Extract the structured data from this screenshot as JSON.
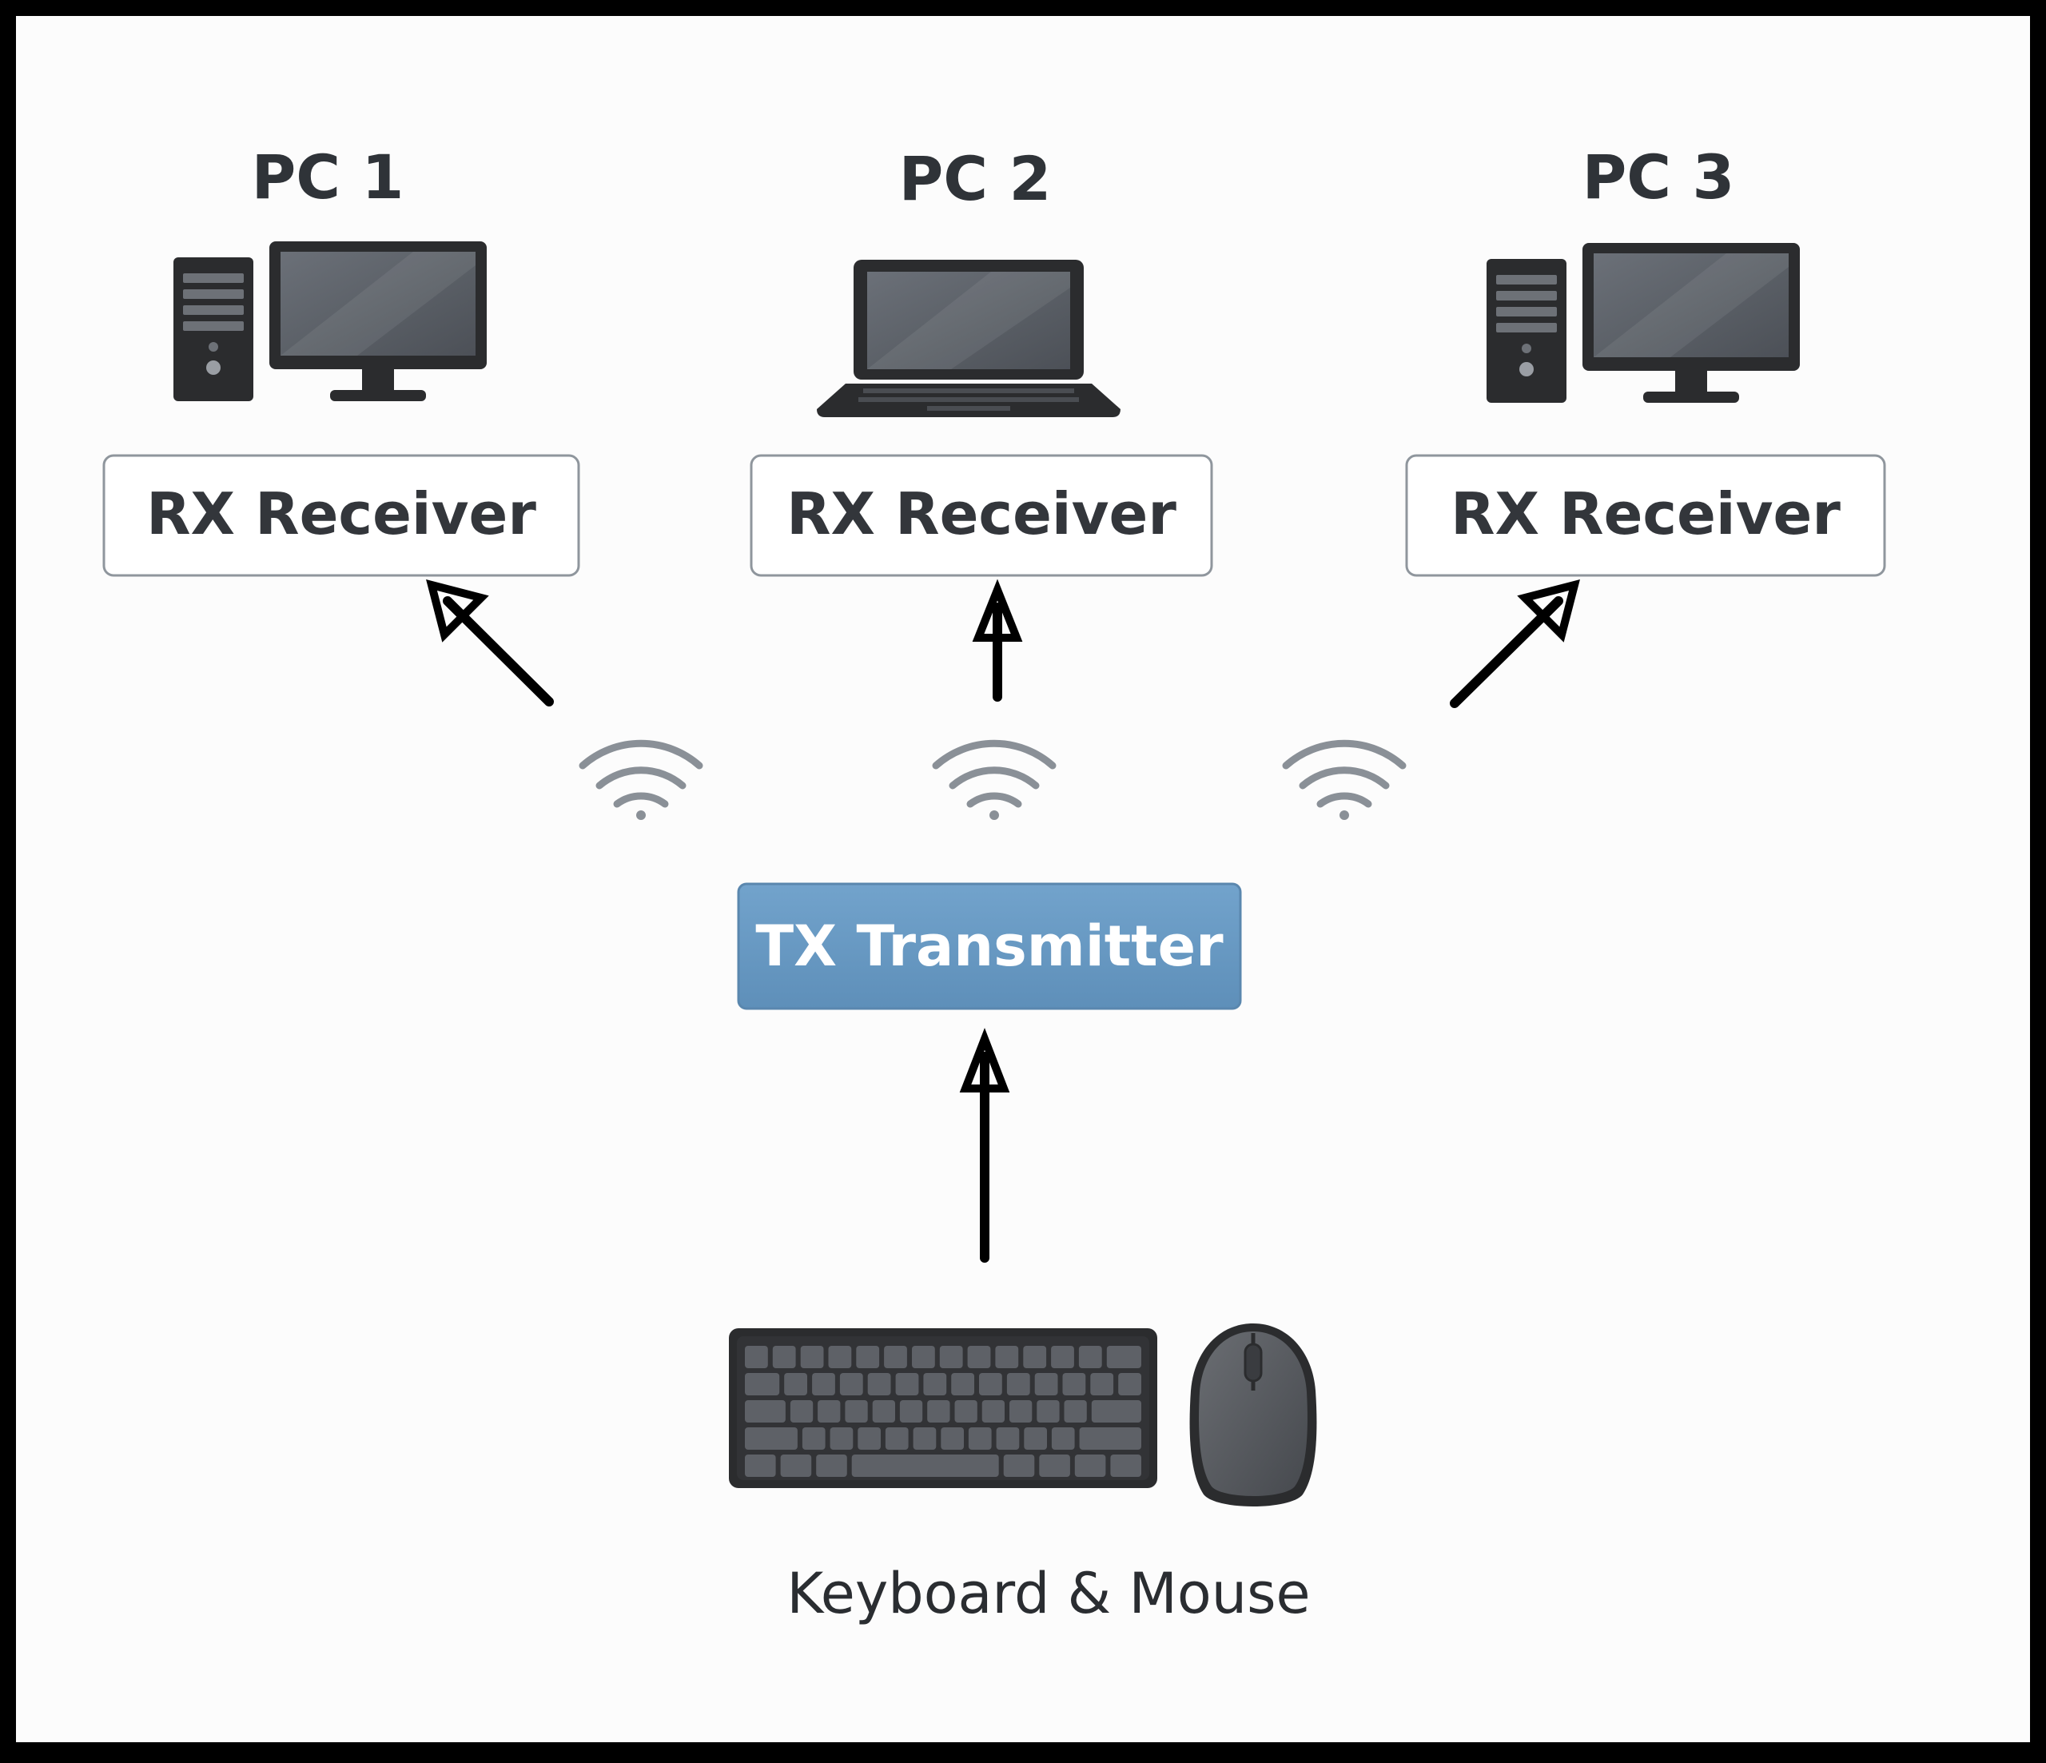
{
  "pcs": [
    {
      "title": "PC 1",
      "device": "desktop-computer-icon",
      "receiver_label": "RX Receiver"
    },
    {
      "title": "PC 2",
      "device": "laptop-icon",
      "receiver_label": "RX Receiver"
    },
    {
      "title": "PC 3",
      "device": "desktop-computer-icon",
      "receiver_label": "RX Receiver"
    }
  ],
  "transmitter": {
    "label": "TX Transmitter",
    "color": "#6a9ac4"
  },
  "input_devices": {
    "label": "Keyboard & Mouse",
    "icons": [
      "keyboard-icon",
      "mouse-icon"
    ]
  },
  "colors": {
    "frame": "#000000",
    "background": "#fcfcfc",
    "device_dark": "#2b2c2e",
    "screen": "#5a5f66",
    "wifi": "#8a9097",
    "receiver_border": "#8f969d"
  }
}
